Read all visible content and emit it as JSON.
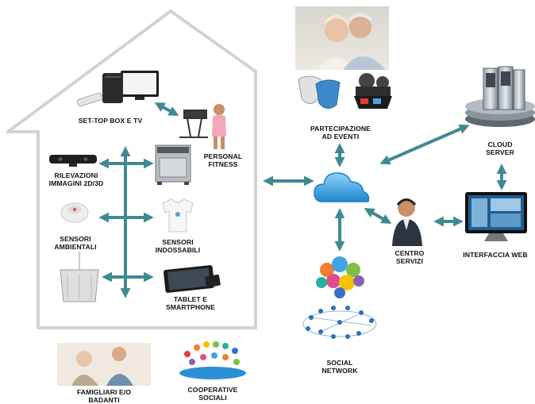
{
  "labels": {
    "settop": [
      "SET-TOP BOX E TV",
      ""
    ],
    "personal_fitness": [
      "PERSONAL",
      "FITNESS"
    ],
    "rilevazioni": [
      "RILEVAZIONI",
      "IMMAGINI 2D/3D"
    ],
    "sensori_ambientali": [
      "SENSORI",
      "AMBIENTALI"
    ],
    "sensori_indossabili": [
      "SENSORI",
      "INDOSSABILI"
    ],
    "tablet": [
      "TABLET E",
      "SMARTPHONE"
    ],
    "partecipazione": [
      "PARTECIPAZIONE",
      "AD EVENTI"
    ],
    "cloud_server": [
      "CLOUD",
      "SERVER"
    ],
    "centro_servizi": [
      "CENTRO",
      "SERVIZI"
    ],
    "interfaccia_web": [
      "INTERFACCIA WEB",
      ""
    ],
    "social_network": [
      "SOCIAL",
      "NETWORK"
    ],
    "famigliari": [
      "FAMIGLIARI E/O",
      "BADANTI"
    ],
    "cooperative": [
      "COOPERATIVE",
      "SOCIALI"
    ]
  },
  "colors": {
    "arrow": "#3f8a92",
    "house_outline": "#d2d2d2",
    "cloud": "#2f9fe0",
    "server": "#6f7b86"
  },
  "icons": [
    "tv-icon",
    "set-top-box-icon",
    "remote-icon",
    "treadmill-icon",
    "woman-icon",
    "kinect-sensor-icon",
    "stove-icon",
    "smoke-detector-icon",
    "wearable-shirt-icon",
    "lamp-icon",
    "tablet-icon",
    "elderly-couple-photo",
    "theatre-masks-icon",
    "cinema-icon",
    "cloud-icon",
    "server-icon",
    "operator-icon",
    "monitor-icon",
    "social-bubbles-icon",
    "people-network-icon",
    "caregiver-photo",
    "cooperative-people-icon"
  ]
}
